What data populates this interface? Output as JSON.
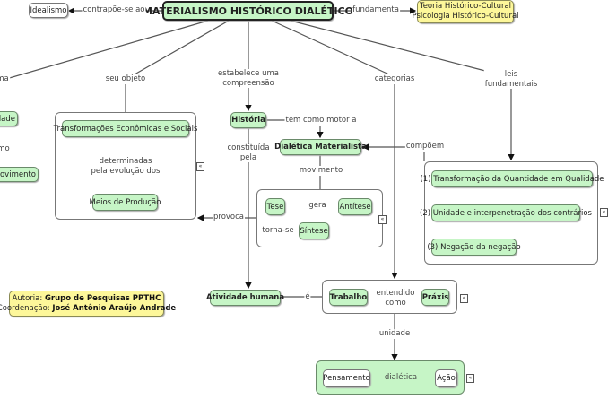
{
  "main_concept": "MATERIALISMO HISTÓRICO DIALÉTICO",
  "colors": {
    "concept_fill": "#c6f5c6",
    "highlight_fill": "#fdf79a",
    "line": "#555555"
  },
  "nodes": {
    "idealismo": "Idealismo",
    "teoria": "Teoria Histórico-Cultural",
    "psicologia": "Psicologia Histórico-Cultural",
    "dade": "dade",
    "movimento_node": "Movimento",
    "transformacoes": "Transformações Econômicas e Sociais",
    "meios": "Meios de Produção",
    "historia": "História",
    "dialetica": "Dialética Materialista",
    "tese": "Tese",
    "antitese": "Antítese",
    "sintese": "Síntese",
    "lei1": "(1) Transformação da Quantidade em Qualidade",
    "lei2": "(2) Unidade e interpenetração dos contrários",
    "lei3": "(3) Negação da negação",
    "atividade": "Atividade humana",
    "trabalho": "Trabalho",
    "praxis": "Práxis",
    "pensamento": "Pensamento",
    "acao": "Ação"
  },
  "links": {
    "contrapoe": "contrapõe-se ao",
    "fundamenta": "fundamenta",
    "ma": "ma",
    "mo": "mo",
    "seu_objeto": "seu objeto",
    "estabelece_1": "estabelece uma",
    "estabelece_2": "compreensão",
    "categorias": "categorias",
    "leis_1": "leis",
    "leis_2": "fundamentais",
    "determinadas_1": "determinadas",
    "determinadas_2": "pela evolução dos",
    "tem_como": "tem como motor a",
    "constituida_1": "constituída",
    "constituida_2": "pela",
    "compoem": "compõem",
    "movimento": "movimento",
    "gera": "gera",
    "torna_se": "torna-se",
    "provoca": "provoca",
    "e": "é",
    "entendido_1": "entendido",
    "entendido_2": "como",
    "unidade": "unidade",
    "dialetica_link": "dialética"
  },
  "credits": {
    "autoria_label": "Autoria:",
    "autoria_value": "Grupo de Pesquisas PPTHC",
    "coord_label": "Coordenação:",
    "coord_value": "José Antônio Araújo Andrade"
  },
  "expand_icon": "collapse-nested-icon"
}
